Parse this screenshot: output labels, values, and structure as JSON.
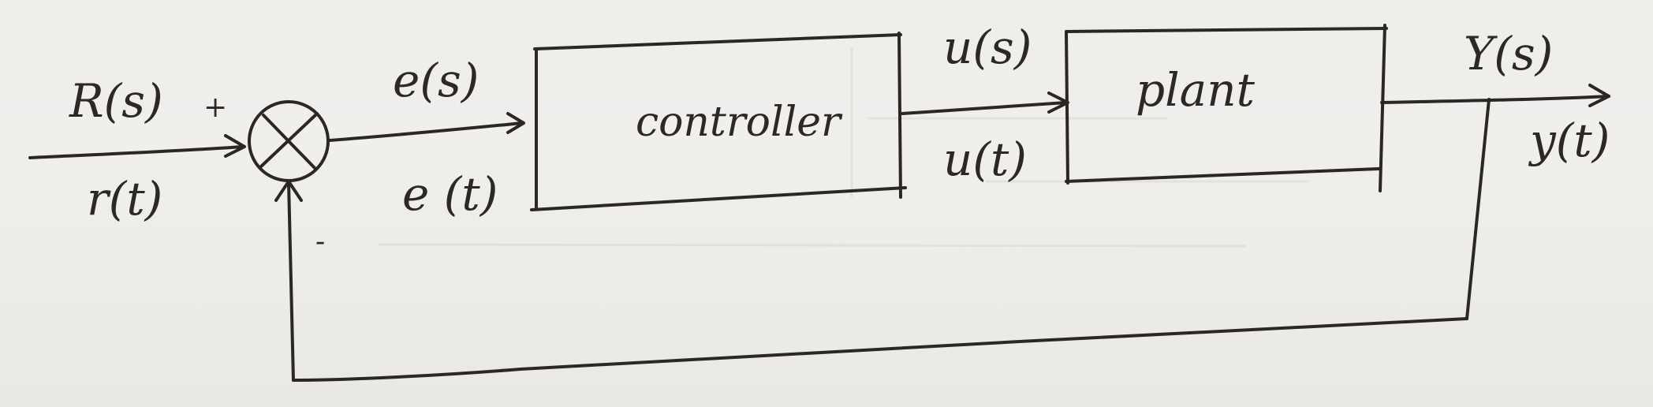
{
  "diagram": {
    "blocks": {
      "controller": "controller",
      "plant": "plant"
    },
    "signals": {
      "reference_s": "R(s)",
      "reference_t": "r(t)",
      "plus_sign": "+",
      "minus_sign": "-",
      "error_s": "e(s)",
      "error_t": "e (t)",
      "control_s": "u(s)",
      "control_t": "u(t)",
      "output_s": "Y(s)",
      "output_t": "y(t)"
    }
  }
}
